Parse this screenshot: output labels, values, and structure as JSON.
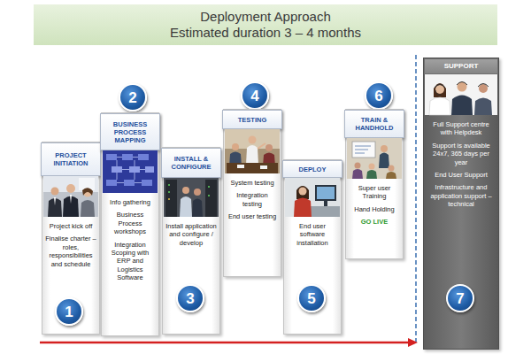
{
  "diagram": {
    "title": "Deployment Approach",
    "nodes": [
      {
        "text": [
          "PROJECT INITIATION",
          "Project kick off",
          "Finalise charter – roles, responsibilities and schedule"
        ]
      },
      {
        "text": [
          "1"
        ],
        "in": 0
      },
      {
        "text": [
          "2"
        ]
      },
      {
        "text": [
          "BUSINESS PROCESS MAPPING",
          "Info gathering",
          "Business Process workshops",
          "Integration Scoping with ERP and Logistics Software"
        ]
      },
      {
        "text": [
          "INSTALL & CONFIGURE",
          "Install application and configure / develop"
        ]
      },
      {
        "text": [
          "3"
        ],
        "in": 4
      },
      {
        "text": [
          "4"
        ]
      },
      {
        "text": [
          "TESTING",
          "System testing",
          "Integration testing",
          "End user testing"
        ]
      },
      {
        "text": [
          "DEPLOY",
          "End user software installation"
        ]
      },
      {
        "text": [
          "5"
        ],
        "in": 8
      },
      {
        "text": [
          "6"
        ]
      },
      {
        "text": [
          "TRAIN & HANDHOLD",
          "Super user Training",
          "Hand Holding",
          "GO LIVE"
        ]
      },
      {
        "text": [
          "SUPPORT",
          "Full Support centre with Helpdesk",
          "Support is available 24x7, 365 days per year",
          "End User Support",
          "Infrastructure and application support – technical"
        ]
      },
      {
        "text": [
          "7"
        ],
        "in": 12
      }
    ],
    "labels": [
      "Estimated duration 3 – 4 months"
    ]
  }
}
